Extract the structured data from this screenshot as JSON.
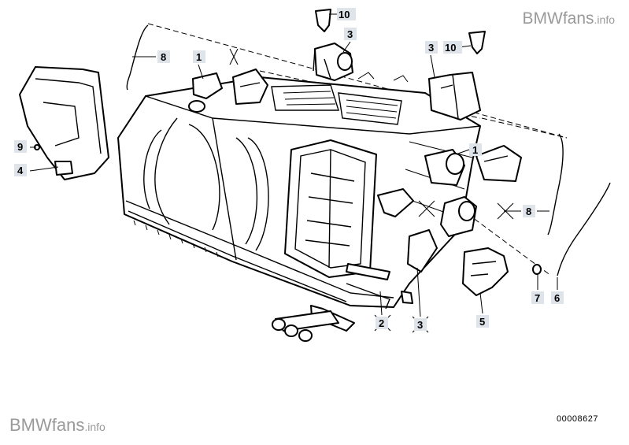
{
  "branding": {
    "top": {
      "name": "BMWfans",
      "suffix": ".info"
    },
    "bottom": {
      "name": "BMWfans",
      "suffix": ".info"
    }
  },
  "drawing_code": "00008627",
  "callouts": [
    {
      "id": "c1a",
      "label": "1"
    },
    {
      "id": "c1b",
      "label": "1"
    },
    {
      "id": "c2",
      "label": "2"
    },
    {
      "id": "c3a",
      "label": "3"
    },
    {
      "id": "c3b",
      "label": "3"
    },
    {
      "id": "c3c",
      "label": "3"
    },
    {
      "id": "c4",
      "label": "4"
    },
    {
      "id": "c5",
      "label": "5"
    },
    {
      "id": "c6",
      "label": "6"
    },
    {
      "id": "c7",
      "label": "7"
    },
    {
      "id": "c8a",
      "label": "8"
    },
    {
      "id": "c8b",
      "label": "8"
    },
    {
      "id": "c9",
      "label": "9"
    },
    {
      "id": "c10a",
      "label": "10"
    },
    {
      "id": "c10b",
      "label": "10"
    }
  ]
}
